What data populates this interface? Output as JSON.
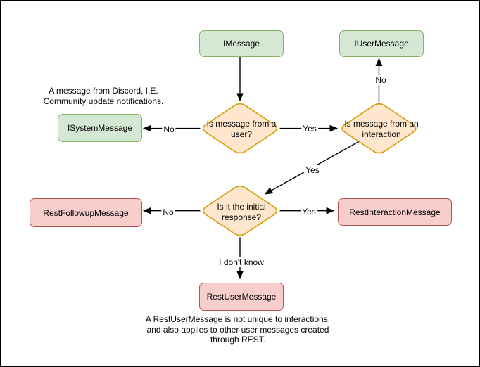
{
  "diagram": {
    "nodes": {
      "imessage": "IMessage",
      "iusermessage": "IUserMessage",
      "isystemmessage": "ISystemMessage",
      "q_is_from_user": "Is message from a user?",
      "q_is_from_interaction": "Is message from an interaction",
      "q_is_initial_response": "Is it the initial response?",
      "restfollowupmessage": "RestFollowupMessage",
      "restinteractionmessage": "RestInteractionMessage",
      "restusermessage": "RestUserMessage"
    },
    "edge_labels": {
      "user_no": "No",
      "user_yes": "Yes",
      "interaction_no": "No",
      "interaction_yes": "Yes",
      "initial_no": "No",
      "initial_yes": "Yes",
      "initial_unknown": "I don't know"
    },
    "notes": {
      "system_note_lines": [
        "A message from Discord, I.E.",
        "Community update notifications."
      ],
      "restuser_note_lines": [
        "A RestUserMessage is not unique to interactions,",
        "and also applies to other user messages created",
        "through REST."
      ]
    },
    "colors": {
      "green_fill": "#d5e8d4",
      "green_stroke": "#82b366",
      "orange_fill": "#ffe6cc",
      "orange_stroke": "#d79b00",
      "red_fill": "#f8cecc",
      "red_stroke": "#b85450",
      "edge": "#000000",
      "canvas_border": "#000000",
      "background": "#ffffff"
    }
  }
}
